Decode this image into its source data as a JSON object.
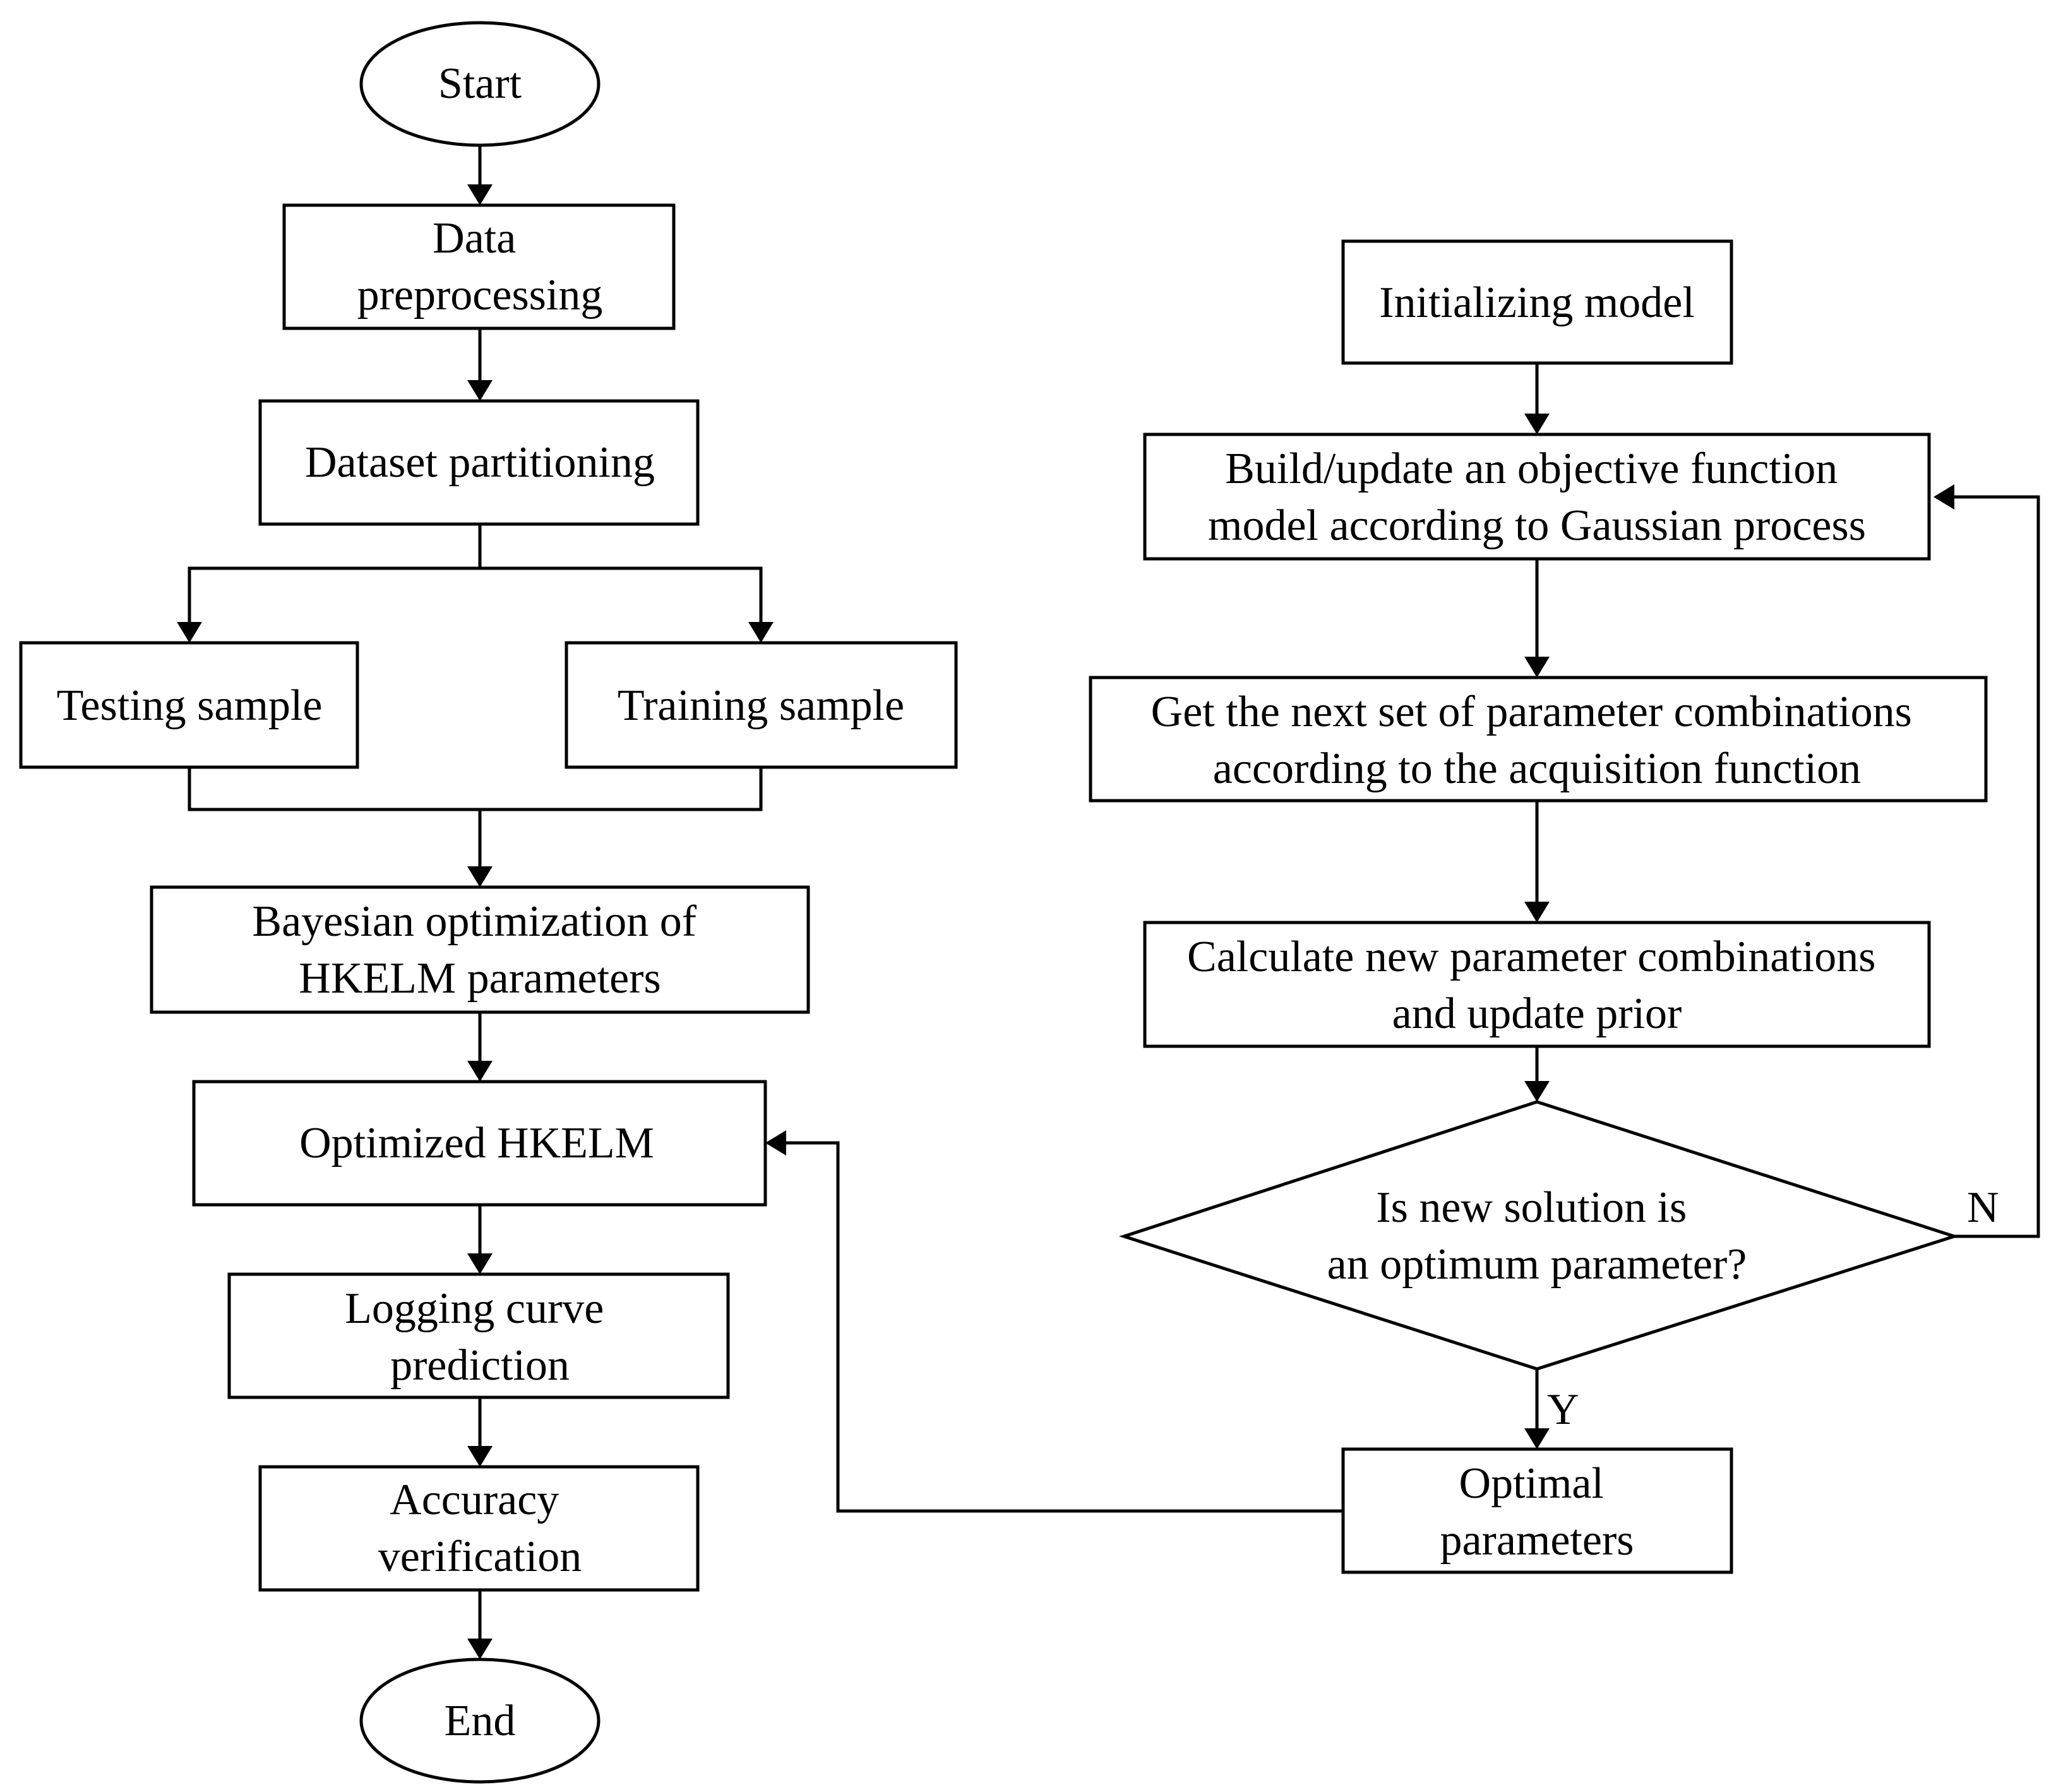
{
  "flowchart": {
    "left_branch": {
      "start": "Start",
      "data_preprocessing": [
        "Data",
        "preprocessing"
      ],
      "dataset_partitioning": "Dataset partitioning",
      "testing_sample": "Testing sample",
      "training_sample": "Training sample",
      "bayesian_optimization": [
        "Bayesian optimization of",
        "HKELM parameters"
      ],
      "optimized_hkelm": "Optimized HKELM",
      "logging_curve_prediction": [
        "Logging curve",
        "prediction"
      ],
      "accuracy_verification": [
        "Accuracy",
        "verification"
      ],
      "end": "End"
    },
    "right_branch": {
      "initializing_model": "Initializing model",
      "build_update_model": [
        "Build/update an objective function",
        "model according to Gaussian process"
      ],
      "get_next_parameters": [
        "Get the next set of parameter combinations",
        "according to the acquisition function"
      ],
      "calculate_parameters": [
        "Calculate new parameter combinations",
        "and update prior"
      ],
      "decision": [
        "Is new solution is",
        "an optimum parameter?"
      ],
      "optimal_parameters": [
        "Optimal",
        "parameters"
      ]
    },
    "edge_labels": {
      "no": "N",
      "yes": "Y"
    }
  },
  "colors": {
    "stroke": "#000000",
    "background": "#ffffff"
  }
}
